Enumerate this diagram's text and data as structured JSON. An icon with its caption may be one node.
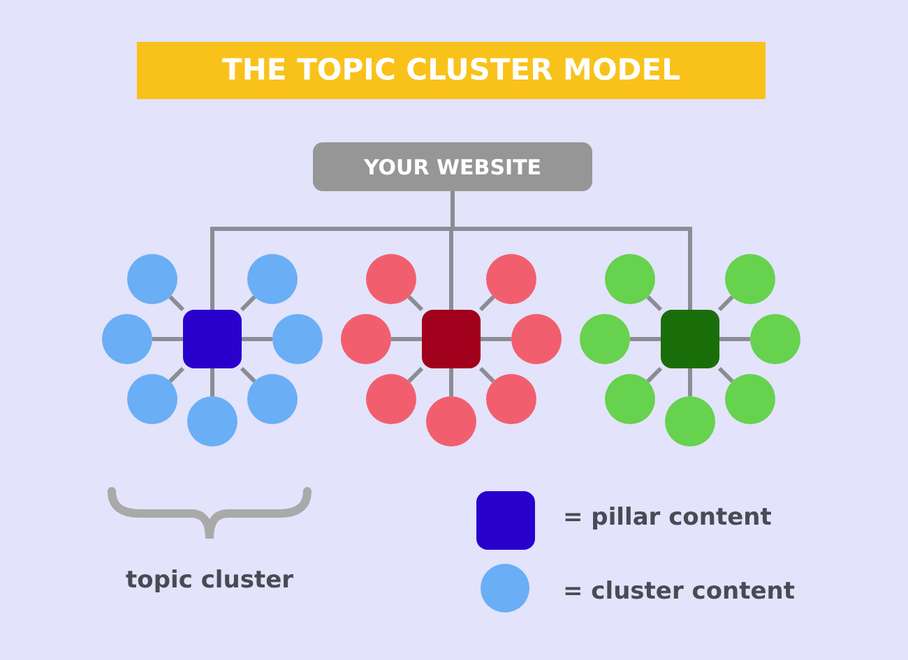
{
  "diagram": {
    "title": "THE TOPIC CLUSTER MODEL",
    "nodes": [
      {
        "text": [
          "YOUR WEBSITE"
        ]
      },
      {
        "text": [],
        "shape": "box"
      },
      {
        "text": [],
        "shape": "circle"
      },
      {
        "text": [],
        "shape": "circle"
      },
      {
        "text": [],
        "shape": "circle"
      },
      {
        "text": [],
        "shape": "circle"
      },
      {
        "text": [],
        "shape": "circle"
      },
      {
        "text": [],
        "shape": "circle"
      },
      {
        "text": [],
        "shape": "circle"
      },
      {
        "text": [],
        "shape": "box"
      },
      {
        "text": [],
        "shape": "circle"
      },
      {
        "text": [],
        "shape": "circle"
      },
      {
        "text": [],
        "shape": "circle"
      },
      {
        "text": [],
        "shape": "circle"
      },
      {
        "text": [],
        "shape": "circle"
      },
      {
        "text": [],
        "shape": "circle"
      },
      {
        "text": [],
        "shape": "circle"
      },
      {
        "text": [],
        "shape": "box"
      },
      {
        "text": [],
        "shape": "circle"
      },
      {
        "text": [],
        "shape": "circle"
      },
      {
        "text": [],
        "shape": "circle"
      },
      {
        "text": [],
        "shape": "circle"
      },
      {
        "text": [],
        "shape": "circle"
      },
      {
        "text": [],
        "shape": "circle"
      },
      {
        "text": [],
        "shape": "circle"
      }
    ],
    "edges": [
      {
        "from": 0,
        "to": 1,
        "arrow": "none"
      },
      {
        "from": 0,
        "to": 9,
        "arrow": "none"
      },
      {
        "from": 0,
        "to": 17,
        "arrow": "none"
      },
      {
        "from": 1,
        "to": 2,
        "arrow": "none"
      },
      {
        "from": 1,
        "to": 3,
        "arrow": "none"
      },
      {
        "from": 1,
        "to": 4,
        "arrow": "none"
      },
      {
        "from": 1,
        "to": 5,
        "arrow": "none"
      },
      {
        "from": 1,
        "to": 6,
        "arrow": "none"
      },
      {
        "from": 1,
        "to": 7,
        "arrow": "none"
      },
      {
        "from": 1,
        "to": 8,
        "arrow": "none"
      },
      {
        "from": 9,
        "to": 10,
        "arrow": "none"
      },
      {
        "from": 9,
        "to": 11,
        "arrow": "none"
      },
      {
        "from": 9,
        "to": 12,
        "arrow": "none"
      },
      {
        "from": 9,
        "to": 13,
        "arrow": "none"
      },
      {
        "from": 9,
        "to": 14,
        "arrow": "none"
      },
      {
        "from": 9,
        "to": 15,
        "arrow": "none"
      },
      {
        "from": 9,
        "to": 16,
        "arrow": "none"
      },
      {
        "from": 17,
        "to": 18,
        "arrow": "none"
      },
      {
        "from": 17,
        "to": 19,
        "arrow": "none"
      },
      {
        "from": 17,
        "to": 20,
        "arrow": "none"
      },
      {
        "from": 17,
        "to": 21,
        "arrow": "none"
      },
      {
        "from": 17,
        "to": 22,
        "arrow": "none"
      },
      {
        "from": 17,
        "to": 23,
        "arrow": "none"
      },
      {
        "from": 17,
        "to": 24,
        "arrow": "none"
      }
    ],
    "labels": [
      "topic cluster"
    ],
    "legend": [
      {
        "text": "= pillar content",
        "color": "#2a00cc"
      },
      {
        "text": "= cluster content",
        "color": "#6aaef6"
      }
    ]
  }
}
